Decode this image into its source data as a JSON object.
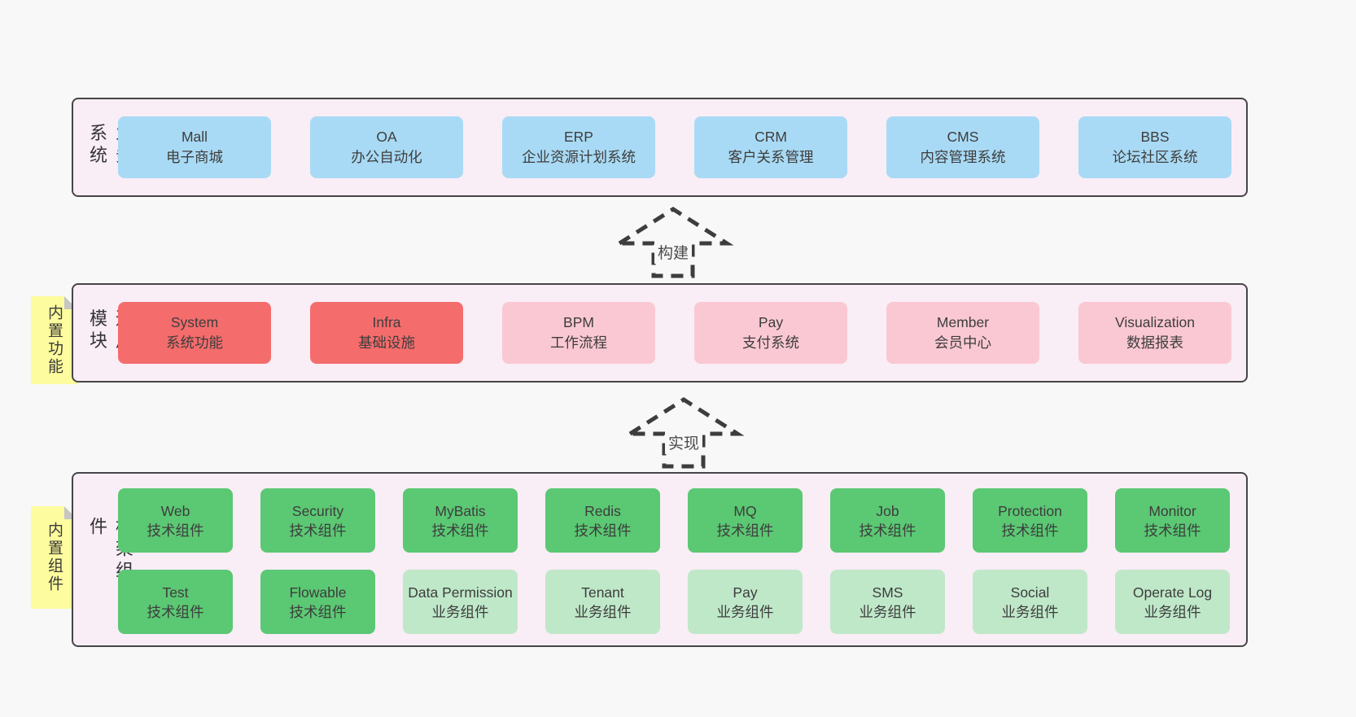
{
  "colors": {
    "background": "#f8f8f8",
    "panel_bg": "#f9edf6",
    "panel_border": "#464646",
    "box_blue": "#a9daf5",
    "box_red": "#f56c6c",
    "box_pink": "#fac8d3",
    "box_green": "#5bc873",
    "box_light_green": "#bfe8c9",
    "sticky_yellow": "#fdfc9e",
    "sticky_fold": "#c6c6c6",
    "text": "#3d3d3d"
  },
  "layer1": {
    "label": "业务系统",
    "boxes": [
      {
        "title": "Mall",
        "subtitle": "电子商城"
      },
      {
        "title": "OA",
        "subtitle": "办公自动化"
      },
      {
        "title": "ERP",
        "subtitle": "企业资源计划系统"
      },
      {
        "title": "CRM",
        "subtitle": "客户关系管理"
      },
      {
        "title": "CMS",
        "subtitle": "内容管理系统"
      },
      {
        "title": "BBS",
        "subtitle": "论坛社区系统"
      }
    ]
  },
  "arrow1": {
    "label": "构建"
  },
  "layer2": {
    "label": "通用模块",
    "sticky": "内置功能",
    "boxes": [
      {
        "title": "System",
        "subtitle": "系统功能"
      },
      {
        "title": "Infra",
        "subtitle": "基础设施"
      },
      {
        "title": "BPM",
        "subtitle": "工作流程"
      },
      {
        "title": "Pay",
        "subtitle": "支付系统"
      },
      {
        "title": "Member",
        "subtitle": "会员中心"
      },
      {
        "title": "Visualization",
        "subtitle": "数据报表"
      }
    ]
  },
  "arrow2": {
    "label": "实现"
  },
  "layer3": {
    "label": "框架组件",
    "sticky": "内置组件",
    "row1": [
      {
        "title": "Web",
        "subtitle": "技术组件"
      },
      {
        "title": "Security",
        "subtitle": "技术组件"
      },
      {
        "title": "MyBatis",
        "subtitle": "技术组件"
      },
      {
        "title": "Redis",
        "subtitle": "技术组件"
      },
      {
        "title": "MQ",
        "subtitle": "技术组件"
      },
      {
        "title": "Job",
        "subtitle": "技术组件"
      },
      {
        "title": "Protection",
        "subtitle": "技术组件"
      },
      {
        "title": "Monitor",
        "subtitle": "技术组件"
      }
    ],
    "row2": [
      {
        "title": "Test",
        "subtitle": "技术组件"
      },
      {
        "title": "Flowable",
        "subtitle": "技术组件"
      },
      {
        "title": "Data Permission",
        "subtitle": "业务组件"
      },
      {
        "title": "Tenant",
        "subtitle": "业务组件"
      },
      {
        "title": "Pay",
        "subtitle": "业务组件"
      },
      {
        "title": "SMS",
        "subtitle": "业务组件"
      },
      {
        "title": "Social",
        "subtitle": "业务组件"
      },
      {
        "title": "Operate Log",
        "subtitle": "业务组件"
      }
    ]
  }
}
